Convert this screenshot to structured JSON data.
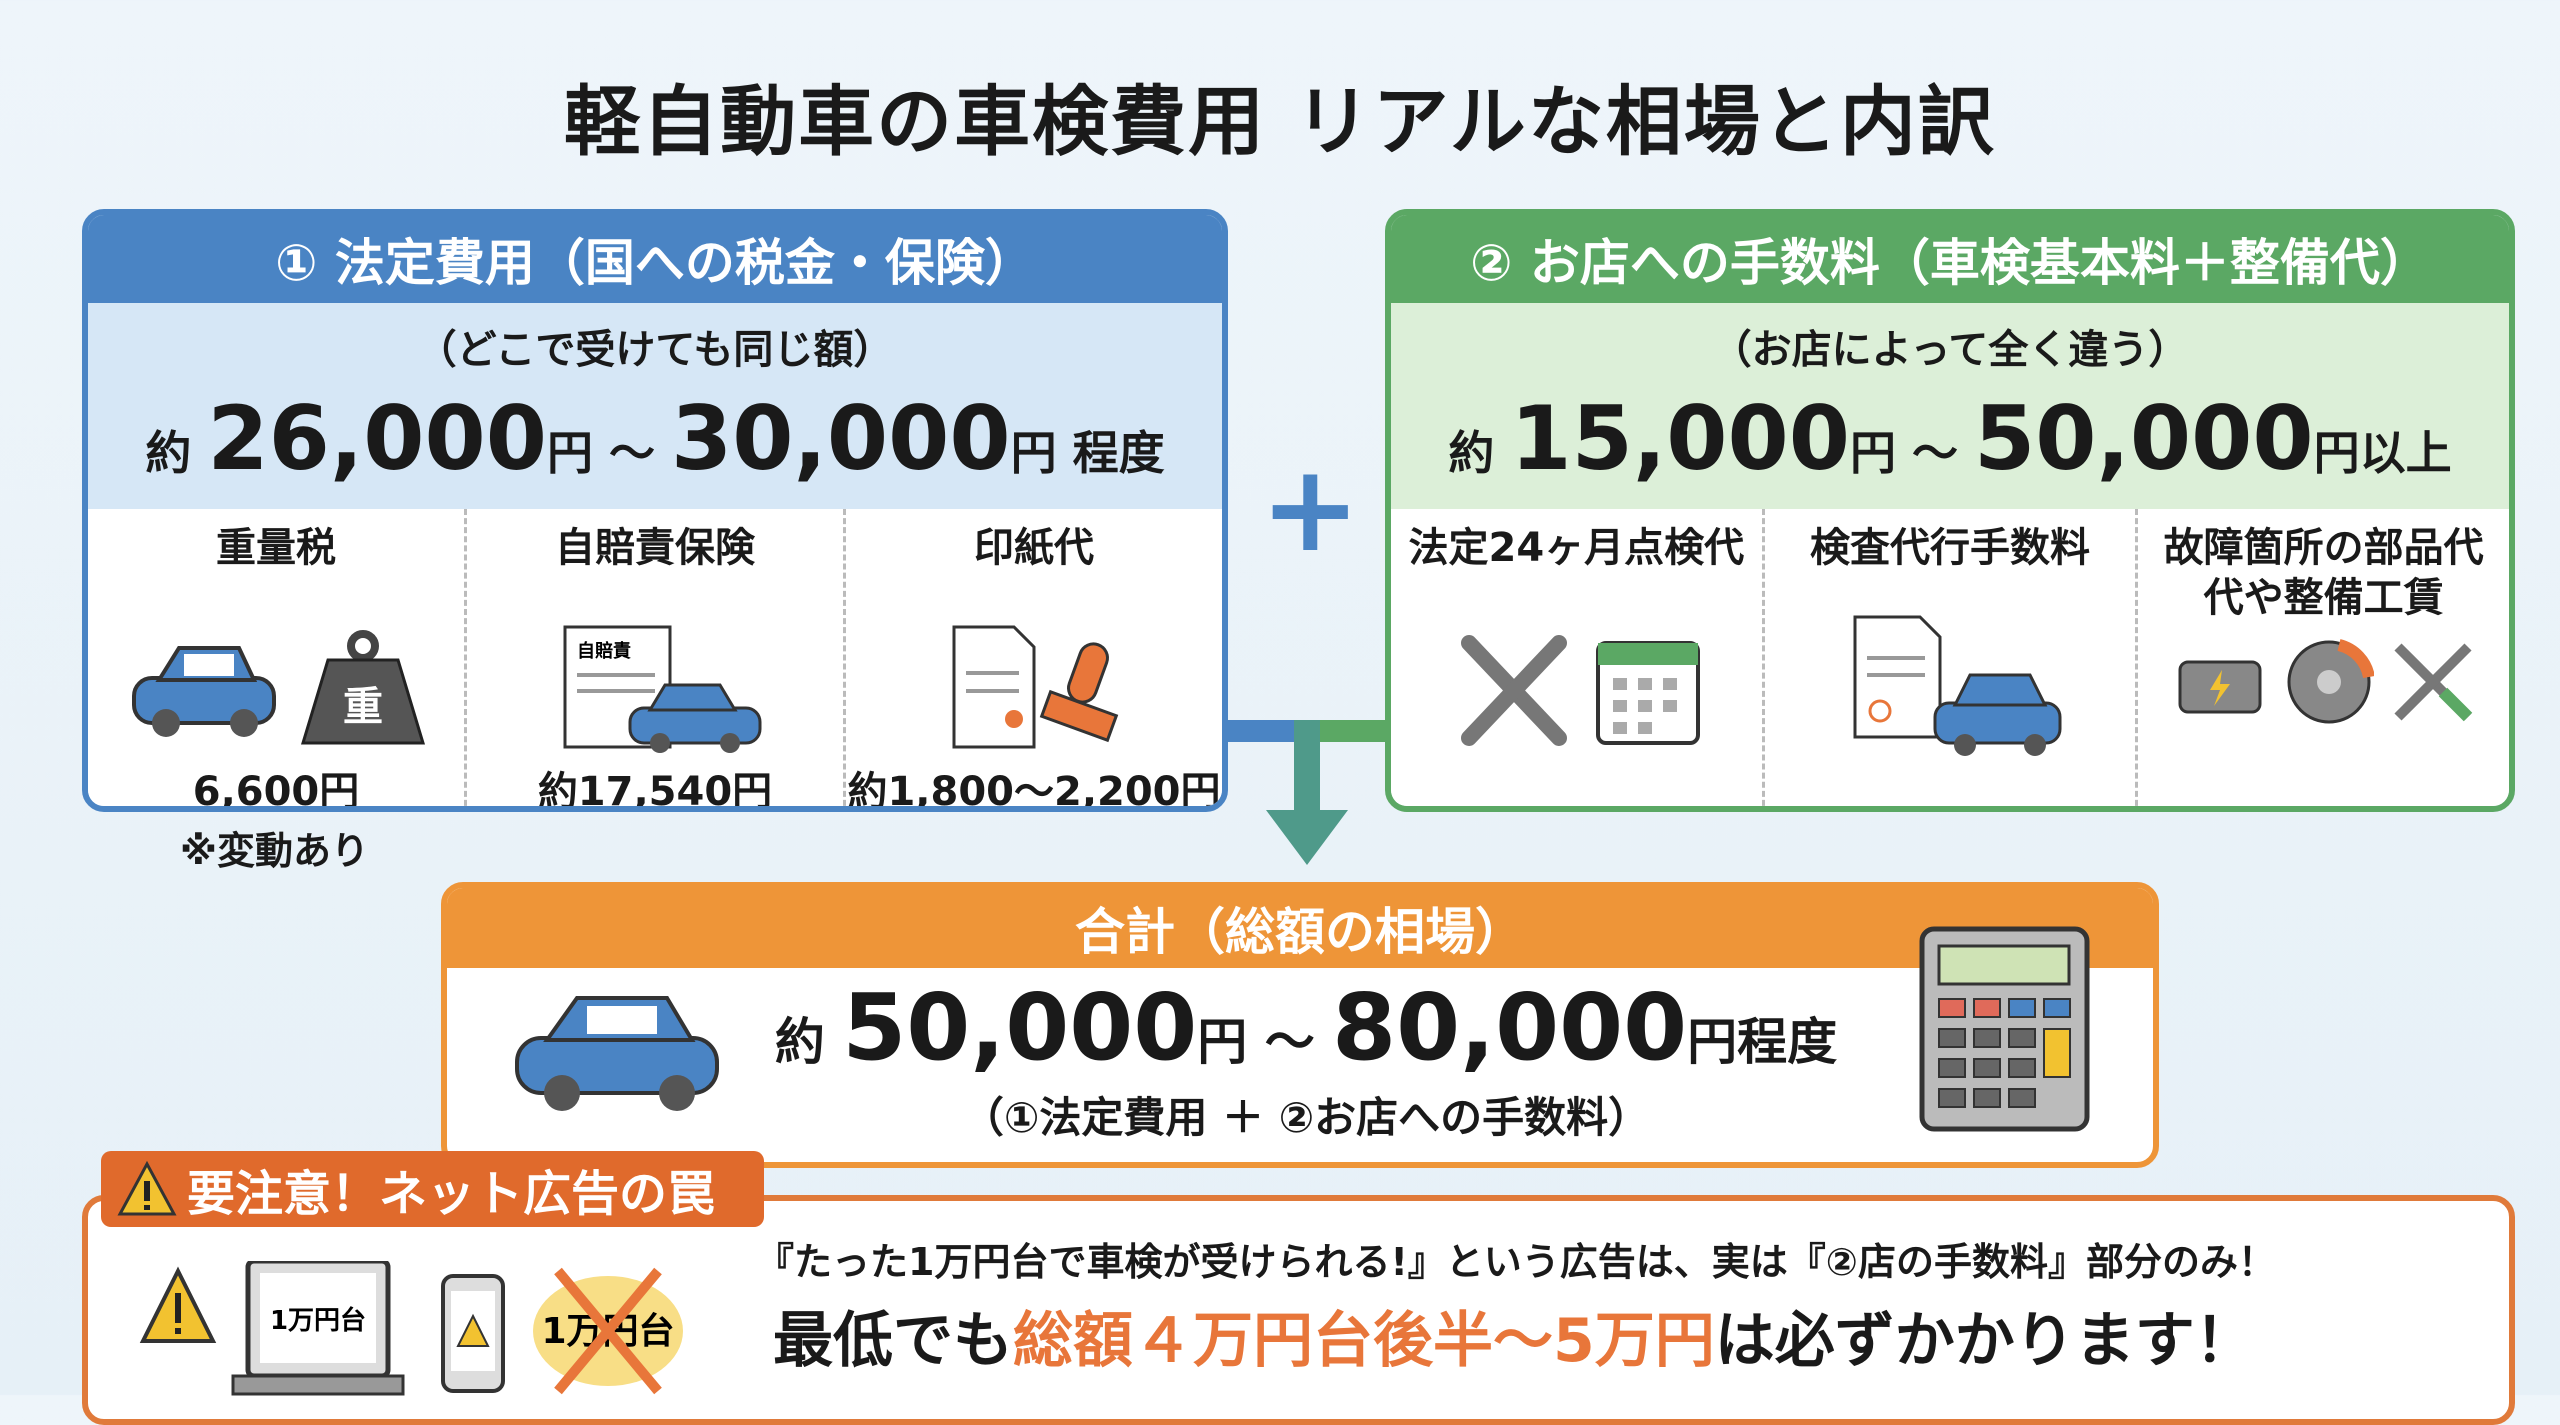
{
  "title": "軽自動車の車検費用 リアルな相場と内訳",
  "legal": {
    "header": "① 法定費用（国への税金・保険）",
    "sub": "（どこで受けても同じ額）",
    "prefix": "約",
    "low": "26,000",
    "yen1": "円",
    "tilde": "～",
    "high": "30,000",
    "yen2": "円",
    "suffix": "程度",
    "items": [
      {
        "label": "重量税",
        "value": "6,600円",
        "icon_text": "重"
      },
      {
        "label": "自賠責保険",
        "value": "約17,540円",
        "icon_text": "自賠責"
      },
      {
        "label": "印紙代",
        "value": "約1,800～2,200円"
      }
    ],
    "note": "※変動あり"
  },
  "plus": "+",
  "shop": {
    "header": "② お店への手数料（車検基本料＋整備代）",
    "sub": "（お店によって全く違う）",
    "prefix": "約",
    "low": "15,000",
    "yen1": "円",
    "tilde": "～",
    "high": "50,000",
    "yen2": "円",
    "suffix": "以上",
    "items": [
      {
        "label": "法定24ヶ月点検代"
      },
      {
        "label": "検査代行手数料"
      },
      {
        "label": "故障箇所の部品代\n代や整備工賃",
        "line1": "故障箇所の部品代",
        "line2": "代や整備工賃"
      }
    ]
  },
  "total": {
    "header": "合計（総額の相場）",
    "prefix": "約",
    "low": "50,000",
    "yen1": "円",
    "tilde": "～",
    "high": "80,000",
    "yen2": "円",
    "suffix": "程度",
    "formula": "（①法定費用 ＋ ②お店への手数料）"
  },
  "warning": {
    "tag": "要注意！ネット広告の罠",
    "laptop_text": "1万円台",
    "bubble_text": "1万円台",
    "line1": "『たった1万円台で車検が受けられる!』という広告は、実は『②店の手数料』部分のみ！",
    "line2_a": "最低でも",
    "line2_b": "総額４万円台後半～5万円",
    "line2_c": "は必ずかかります！"
  },
  "colors": {
    "blue": "#4a84c4",
    "green": "#5ba864",
    "orange": "#ee9538",
    "warn": "#e06a2c"
  }
}
